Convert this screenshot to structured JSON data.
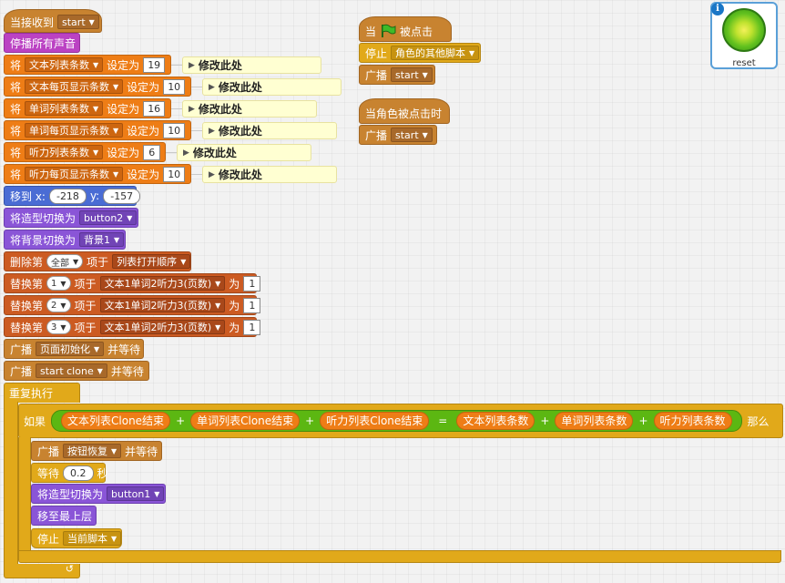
{
  "main_script": {
    "when_receive": {
      "label": "当接收到",
      "message": "start"
    },
    "stop_sounds": "停播所有声音",
    "set_prefix": "将",
    "set_mid": "设定为",
    "set_vars": [
      {
        "var": "文本列表条数",
        "value": "19",
        "note": "修改此处"
      },
      {
        "var": "文本每页显示条数",
        "value": "10",
        "note": "修改此处"
      },
      {
        "var": "单词列表条数",
        "value": "16",
        "note": "修改此处"
      },
      {
        "var": "单词每页显示条数",
        "value": "10",
        "note": "修改此处"
      },
      {
        "var": "听力列表条数",
        "value": "6",
        "note": "修改此处"
      },
      {
        "var": "听力每页显示条数",
        "value": "10",
        "note": "修改此处"
      }
    ],
    "goto": {
      "label": "移到 x:",
      "x": "-218",
      "y_label": "y:",
      "y": "-157"
    },
    "switch_costume_1": {
      "label": "将造型切换为",
      "value": "button2"
    },
    "switch_backdrop": {
      "label": "将背景切换为",
      "value": "背景1"
    },
    "delete": {
      "label": "删除第",
      "item": "全部",
      "of": "项于",
      "list": "列表打开顺序"
    },
    "replace_label": "替换第",
    "replace_of": "项于",
    "replace_list": "文本1单词2听力3(页数)",
    "replace_as": "为",
    "replaces": [
      {
        "index": "1",
        "value": "1"
      },
      {
        "index": "2",
        "value": "1"
      },
      {
        "index": "3",
        "value": "1"
      }
    ],
    "broadcast_label": "广播",
    "wait_suffix": "并等待",
    "broadcast_wait_1": "页面初始化",
    "broadcast_wait_2": "start clone",
    "forever": "重复执行",
    "if_block": {
      "if": "如果",
      "then": "那么",
      "left": [
        "文本列表Clone结束",
        "单词列表Clone结束",
        "听力列表Clone结束"
      ],
      "right": [
        "文本列表条数",
        "单词列表条数",
        "听力列表条数"
      ],
      "plus": "+",
      "eq": "="
    },
    "inner": {
      "broadcast_wait": "按钮恢复",
      "wait_label": "等待",
      "wait_value": "0.2",
      "wait_unit": "秒",
      "switch_costume_label": "将造型切换为",
      "switch_costume_value": "button1",
      "front": "移至最上层",
      "stop_label": "停止",
      "stop_value": "当前脚本"
    },
    "loop_arrow": "↺"
  },
  "flag_script": {
    "when": "当",
    "clicked": "被点击",
    "stop_label": "停止",
    "stop_value": "角色的其他脚本",
    "broadcast_label": "广播",
    "broadcast_value": "start"
  },
  "sprite_click_script": {
    "when": "当角色被点击时",
    "broadcast_label": "广播",
    "broadcast_value": "start"
  },
  "sprite_card": {
    "label": "reset",
    "info": "i"
  },
  "colors": {
    "events": "#c88330",
    "control": "#e1a91a",
    "data": "#ee7d16",
    "list": "#cc5b22",
    "looks": "#8a55d7",
    "sound": "#bb42c3",
    "motion": "#4a6cd4",
    "operators": "#5cb712"
  }
}
